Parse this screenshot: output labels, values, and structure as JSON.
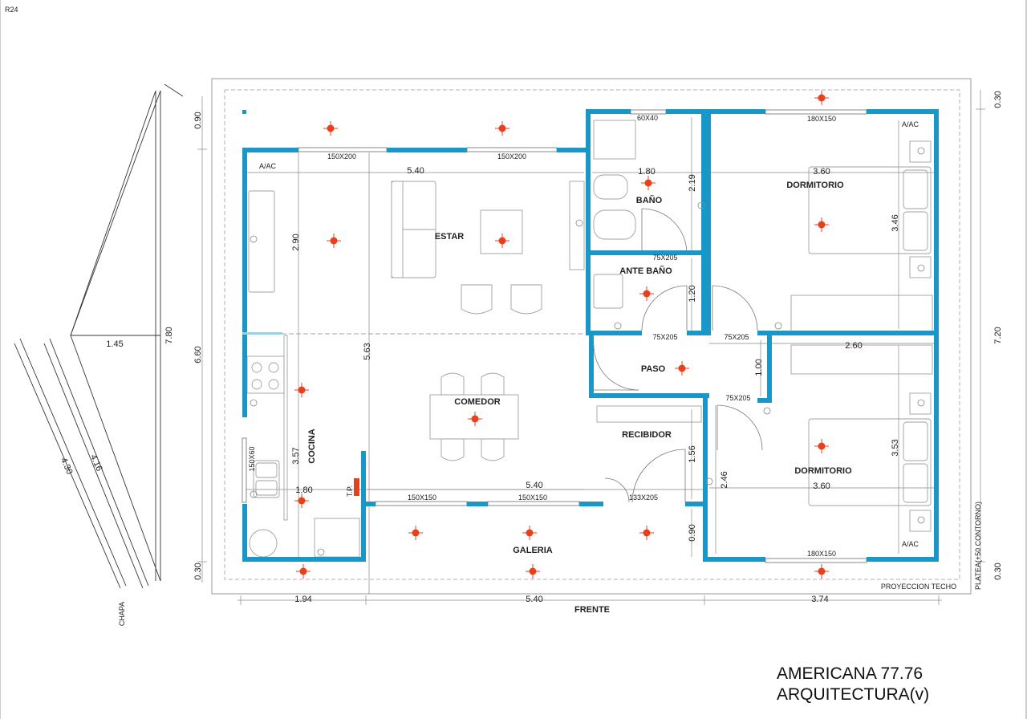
{
  "sheet": {
    "code": "R24",
    "title_line1": "AMERICANA 77.76",
    "title_line2": "ARQUITECTURA(v)"
  },
  "colors": {
    "wall": "#1997c6",
    "light": "#e8401c",
    "line": "#555555",
    "furniture": "#9a9a9a"
  },
  "rooms": {
    "estar": "ESTAR",
    "comedor": "COMEDOR",
    "cocina": "COCINA",
    "bano": "BAÑO",
    "ante_bano": "ANTE BAÑO",
    "paso": "PASO",
    "recibidor": "RECIBIDOR",
    "dormitorio_1": "DORMITORIO",
    "dormitorio_2": "DORMITORIO",
    "galeria": "GALERIA"
  },
  "labels": {
    "frente": "FRENTE",
    "proyeccion": "PROYECCION TECHO",
    "platea": "PLATEA(+50 CONTORNO)",
    "chapa": "CHAPA",
    "tp": "T.P.",
    "ac_1": "A/AC",
    "ac_2": "A/AC",
    "ac_3": "A/AC"
  },
  "openings": {
    "w_estar_1": "150X200",
    "w_estar_2": "150X200",
    "w_bano": "60X40",
    "w_dorm1": "180X150",
    "w_dorm2": "180X150",
    "w_gal_1": "150X150",
    "w_gal_2": "150X150",
    "w_cocina": "150X60",
    "d_bano": "75X205",
    "d_ante": "75X205",
    "d_dorm1": "75X205",
    "d_dorm2": "75X205",
    "d_entrada": "133X205"
  },
  "dimensions": {
    "estar_w": "5.40",
    "estar_h": "2.90",
    "galeria_w": "5.40",
    "cocina_w": "1.80",
    "cocina_h": "3.57",
    "comedor_h": "5.63",
    "bano_w": "1.80",
    "bano_h": "2.19",
    "ante_h": "1.20",
    "paso_h": "1.00",
    "recibidor_h": "1.56",
    "galeria_h": "0.90",
    "dorm1_w": "3.60",
    "dorm1_h": "3.46",
    "dorm2_w": "3.60",
    "dorm2_h": "3.53",
    "dorm2_top": "2.60",
    "dorm2_left": "2.46",
    "left_top": "0.90",
    "left_total": "6.60",
    "left_bottom": "0.30",
    "right_top": "0.30",
    "right_total": "7.20",
    "right_bottom": "0.30",
    "bottom_1": "1.94",
    "bottom_2": "5.40",
    "bottom_3": "3.74",
    "roof_total": "7.80",
    "roof_width": "1.45",
    "roof_slope_1": "4.30",
    "roof_slope_2": "4.16"
  }
}
